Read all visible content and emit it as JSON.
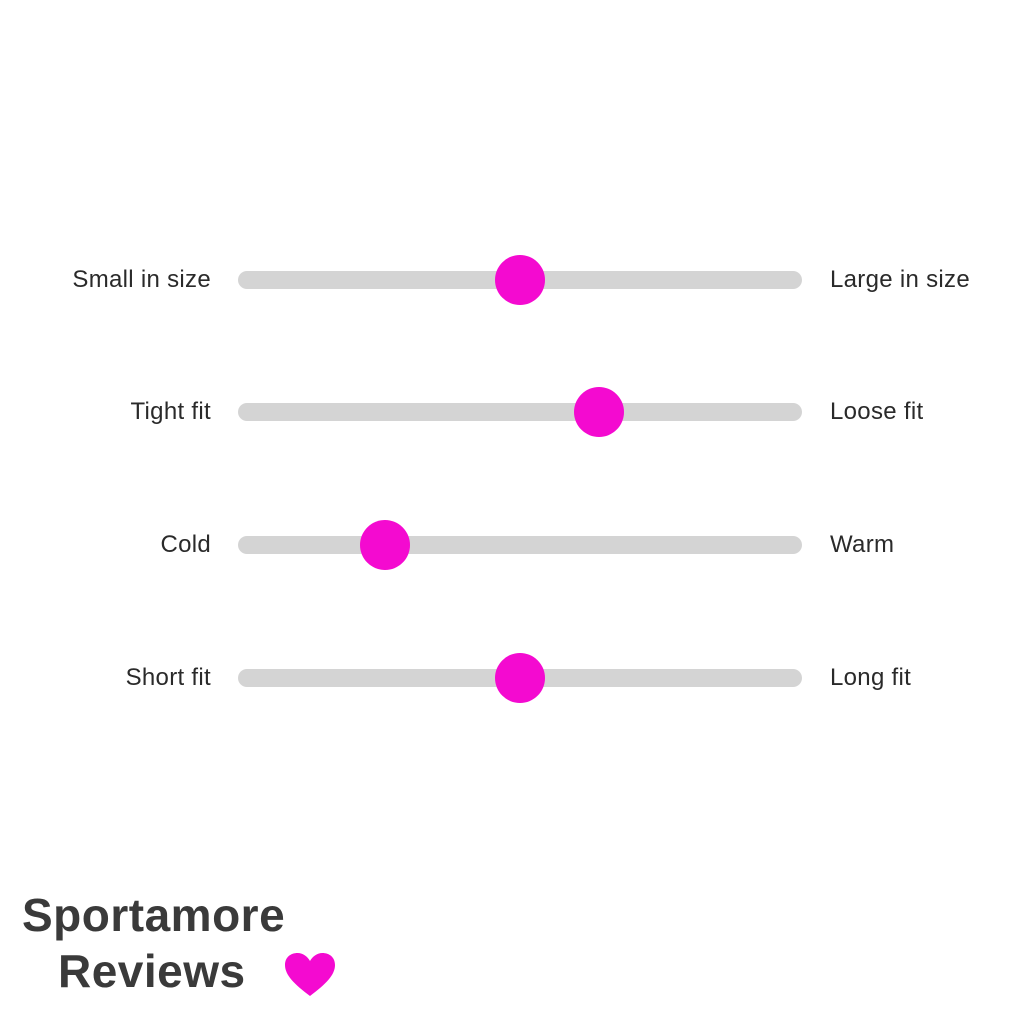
{
  "accent_color": "#f40ad0",
  "track_color": "#d4d4d4",
  "sliders": [
    {
      "left_label": "Small in size",
      "right_label": "Large in size",
      "value": 0.5
    },
    {
      "left_label": "Tight fit",
      "right_label": "Loose fit",
      "value": 0.64
    },
    {
      "left_label": "Cold",
      "right_label": "Warm",
      "value": 0.26
    },
    {
      "left_label": "Short fit",
      "right_label": "Long fit",
      "value": 0.5
    }
  ],
  "brand": {
    "line1": "Sportamore",
    "line2": "Reviews",
    "icon": "heart-icon"
  }
}
